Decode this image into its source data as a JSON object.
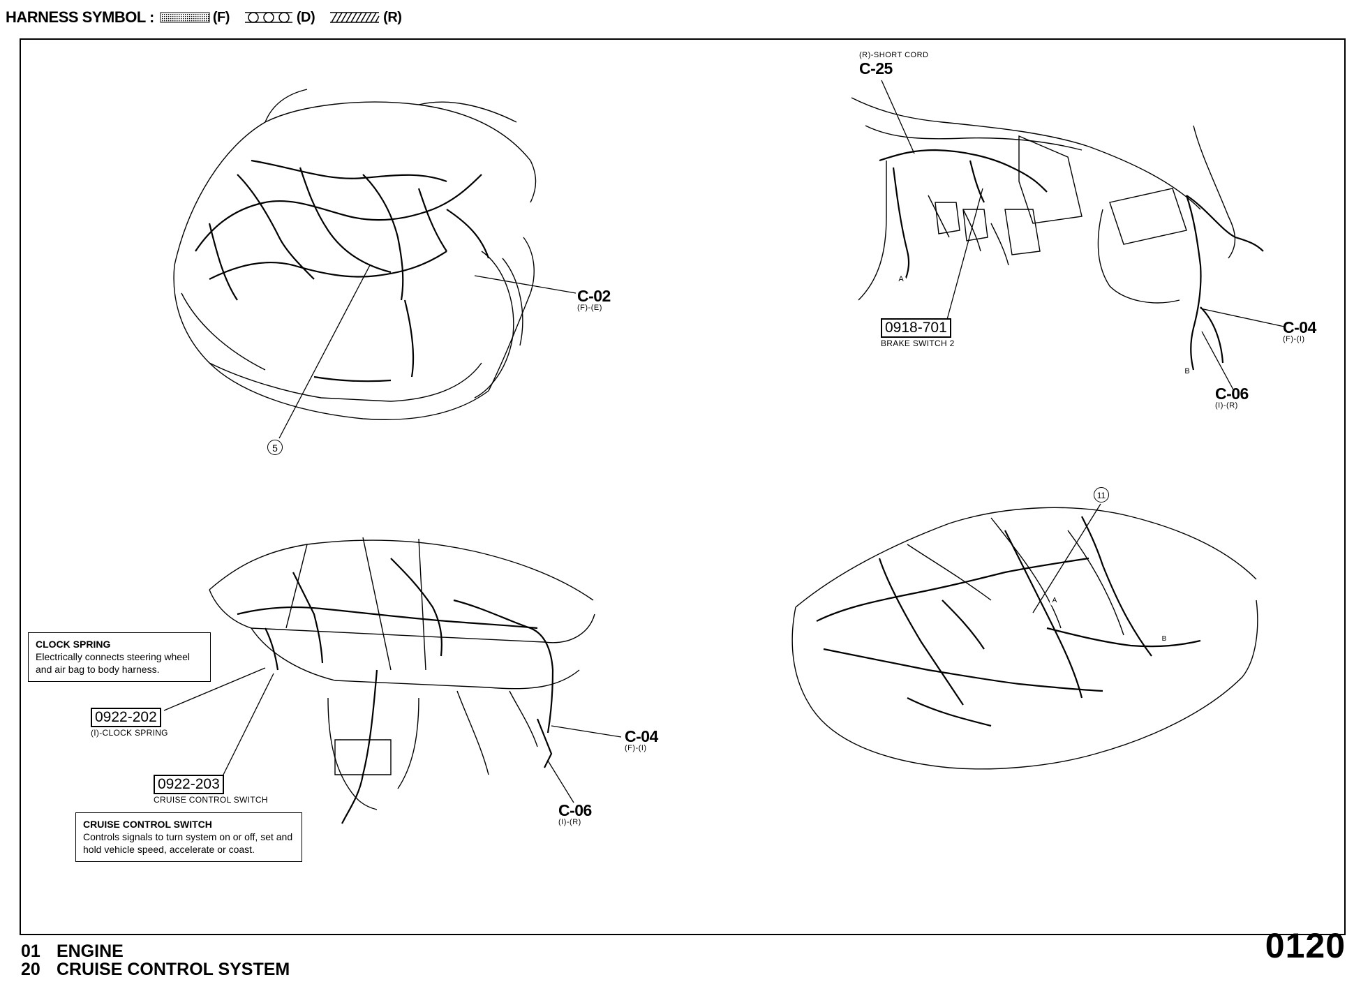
{
  "legend": {
    "label": "HARNESS SYMBOL :",
    "symbols": [
      {
        "pattern": "dotted-fill",
        "code": "(F)"
      },
      {
        "pattern": "circles",
        "code": "(D)"
      },
      {
        "pattern": "hatched",
        "code": "(R)"
      }
    ]
  },
  "engine_bay": {
    "connectors": [
      {
        "ref": "C-02",
        "sub": "(F)-(E)"
      }
    ],
    "callouts": [
      "5"
    ]
  },
  "brake_area": {
    "connectors": [
      {
        "ref": "C-25",
        "sub": "(R)-SHORT CORD"
      },
      {
        "ref": "C-04",
        "sub": "(F)-(I)"
      },
      {
        "ref": "C-06",
        "sub": "(I)-(R)"
      }
    ],
    "parts": [
      {
        "code": "0918-701",
        "name": "BRAKE SWITCH 2"
      }
    ],
    "markers": [
      "A",
      "B"
    ]
  },
  "dashboard": {
    "connectors": [
      {
        "ref": "C-04",
        "sub": "(F)-(I)"
      },
      {
        "ref": "C-06",
        "sub": "(I)-(R)"
      }
    ],
    "parts": [
      {
        "code": "0922-202",
        "name": "(I)-CLOCK SPRING"
      },
      {
        "code": "0922-203",
        "name": "CRUISE CONTROL SWITCH"
      }
    ],
    "notes": [
      {
        "title": "CLOCK SPRING",
        "text": "Electrically connects steering wheel and air bag to body harness."
      },
      {
        "title": "CRUISE CONTROL SWITCH",
        "text": "Controls signals to turn system on or off, set and hold vehicle speed, accelerate or coast."
      }
    ]
  },
  "vehicle_overview": {
    "callouts": [
      "11"
    ],
    "markers": [
      "A",
      "B"
    ]
  },
  "footer": {
    "line1_code": "01",
    "line1_text": "ENGINE",
    "line2_code": "20",
    "line2_text": "CRUISE CONTROL SYSTEM",
    "page_number": "0120"
  }
}
